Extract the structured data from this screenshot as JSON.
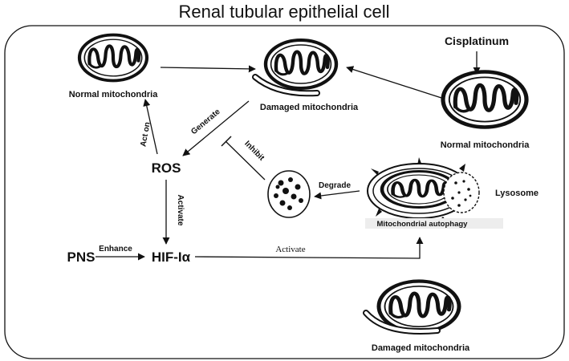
{
  "title": "Renal tubular epithelial cell",
  "nodes": {
    "normal_mito_left": "Normal mitochondria",
    "damaged_mito_top": "Damaged mitochondria",
    "cisplatinum": "Cisplatinum",
    "normal_mito_right": "Normal mitochondria",
    "ros": "ROS",
    "pns": "PNS",
    "hif": "HIF-Iα",
    "lysosome": "Lysosome",
    "autophagy": "Mitochondrial autophagy",
    "damaged_mito_bottom": "Damaged mitochondria"
  },
  "edges": {
    "act_on": "Act on",
    "generate": "Generate",
    "inhibit": "Inhibit",
    "activate_ros_hif": "Activate",
    "enhance": "Enhance",
    "activate_hif_autophagy": "Activate",
    "degrade": "Degrade"
  },
  "colors": {
    "line": "#111111",
    "autophagy_band": "#ededed"
  }
}
